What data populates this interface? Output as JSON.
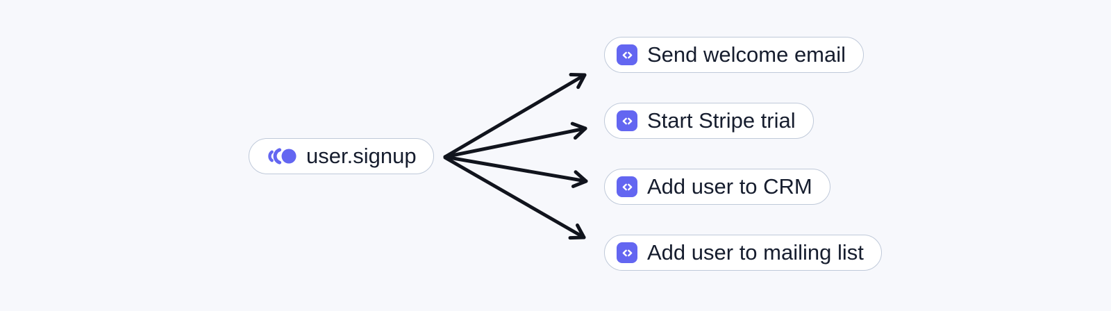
{
  "colors": {
    "background": "#f7f8fc",
    "node_bg": "#ffffff",
    "node_border": "#bfc9d9",
    "text": "#161d2e",
    "accent": "#6366f1",
    "arrow": "#11141d"
  },
  "diagram": {
    "trigger": {
      "label": "user.signup",
      "icon": "event-pulse-icon"
    },
    "actions": [
      {
        "label": "Send welcome email",
        "icon": "code-icon"
      },
      {
        "label": "Start Stripe trial",
        "icon": "code-icon"
      },
      {
        "label": "Add user to CRM",
        "icon": "code-icon"
      },
      {
        "label": "Add user to mailing list",
        "icon": "code-icon"
      }
    ],
    "connector_count": 4
  }
}
